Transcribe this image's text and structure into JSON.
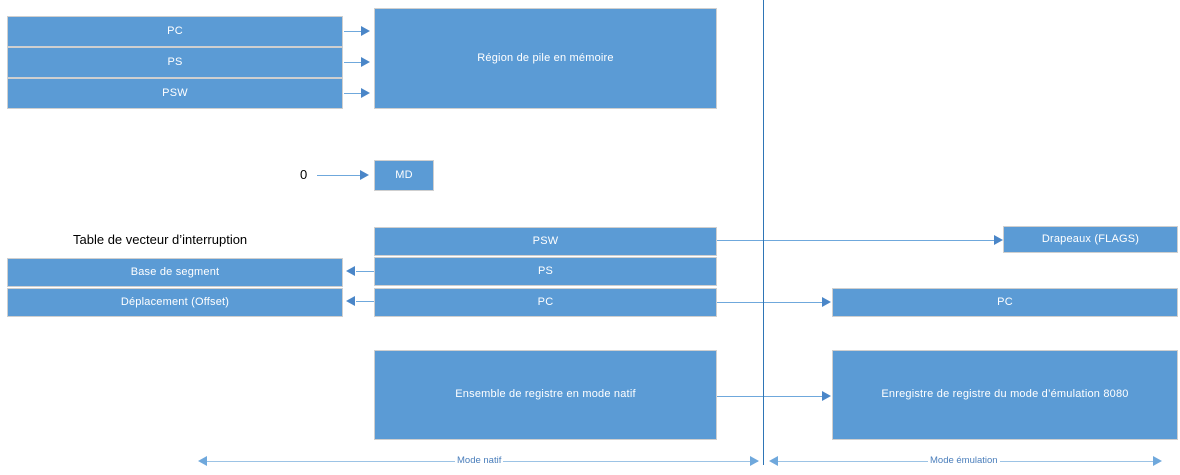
{
  "diagram": {
    "title_label": "Table de vecteur d’interruption",
    "zero_label": "0",
    "stack": {
      "rows": [
        {
          "label": "PC"
        },
        {
          "label": "PS"
        },
        {
          "label": "PSW"
        }
      ],
      "memory_box": "Région de pile en mémoire"
    },
    "md_box": "MD",
    "interrupt_table": {
      "rows": [
        {
          "label": "Base de segment"
        },
        {
          "label": "Déplacement (Offset)"
        }
      ]
    },
    "native_registers": {
      "rows": [
        {
          "label": "PSW"
        },
        {
          "label": "PS"
        },
        {
          "label": "PC"
        }
      ],
      "set_box": "Ensemble de registre en mode natif"
    },
    "emulation_registers": {
      "flags_box": "Drapeaux (FLAGS)",
      "pc_box": "PC",
      "set_box": "Enregistre de registre du mode d’émulation 8080"
    },
    "mode_labels": {
      "native": "Mode natif",
      "emulation": "Mode émulation"
    },
    "colors": {
      "box_fill": "#5B9BD5",
      "box_border": "#CFCFCF",
      "box_text": "#FFFFFF",
      "connector": "#6FA8DC",
      "divider": "#2E75B6",
      "label_text": "#000000",
      "mode_label_text": "#4A7EBB",
      "background": "#FFFFFF"
    }
  }
}
